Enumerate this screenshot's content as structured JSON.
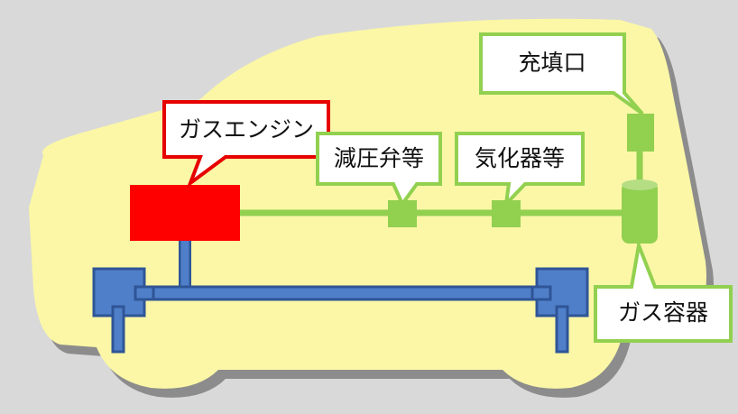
{
  "labels": {
    "gas_engine": "ガスエンジン",
    "pressure_reducer": "減圧弁等",
    "vaporizer": "気化器等",
    "filling_port": "充填口",
    "gas_container": "ガス容器"
  },
  "colors": {
    "background": "#d9d9d9",
    "car_body": "#fbf7a6",
    "car_shadow": "#8c8c8c",
    "engine_red": "#ff0000",
    "engine_border": "#e60000",
    "fuel_green": "#92d050",
    "chassis_blue": "#4f7fc8",
    "chassis_border": "#2f5597"
  }
}
